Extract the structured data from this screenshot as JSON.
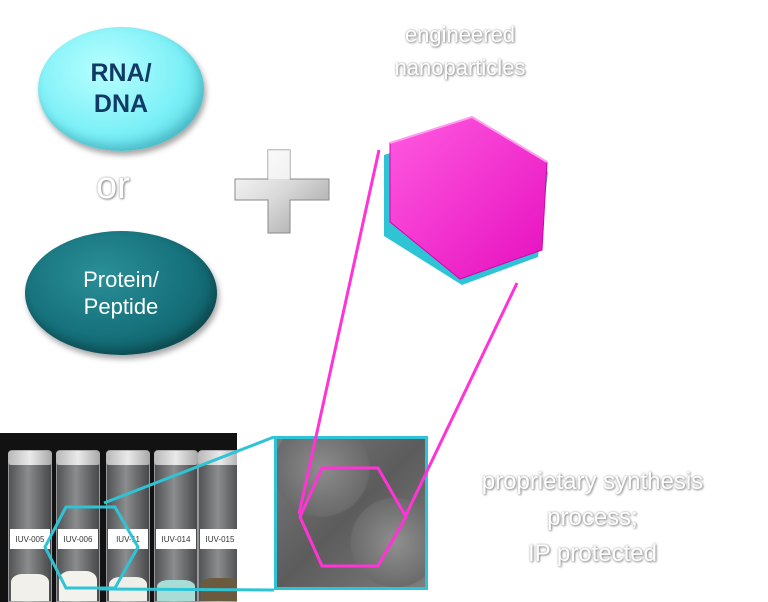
{
  "biomolecules": {
    "rna_dna_line1": "RNA/",
    "rna_dna_line2": "DNA",
    "or_word": "or",
    "protein_line1": "Protein/",
    "protein_line2": "Peptide"
  },
  "nanoparticle": {
    "title_line1": "engineered",
    "title_line2": "nanoparticles"
  },
  "synthesis": {
    "line1": "proprietary synthesis",
    "line2": "process;",
    "line3": "IP protected"
  },
  "vials": [
    {
      "label": "IUV-005",
      "powder_color": "#f2f0ea",
      "powder_level": 0.18
    },
    {
      "label": "IUV-006",
      "powder_color": "#f4f2ec",
      "powder_level": 0.2
    },
    {
      "label": "IUV-11",
      "powder_color": "#f0eee8",
      "powder_level": 0.16
    },
    {
      "label": "IUV-014",
      "powder_color": "#a8dcd6",
      "powder_level": 0.14
    },
    {
      "label": "IUV-015",
      "powder_color": "#6b5a3e",
      "powder_level": 0.15
    }
  ],
  "colors": {
    "magenta": "#ff33d6",
    "cyan": "#2ec4d6",
    "rna_fill": "#7cf0f7",
    "protein_fill": "#15707a"
  },
  "icons": {
    "plus": "plus-icon",
    "nanoparticle": "hexagon-nanoparticle-icon"
  }
}
